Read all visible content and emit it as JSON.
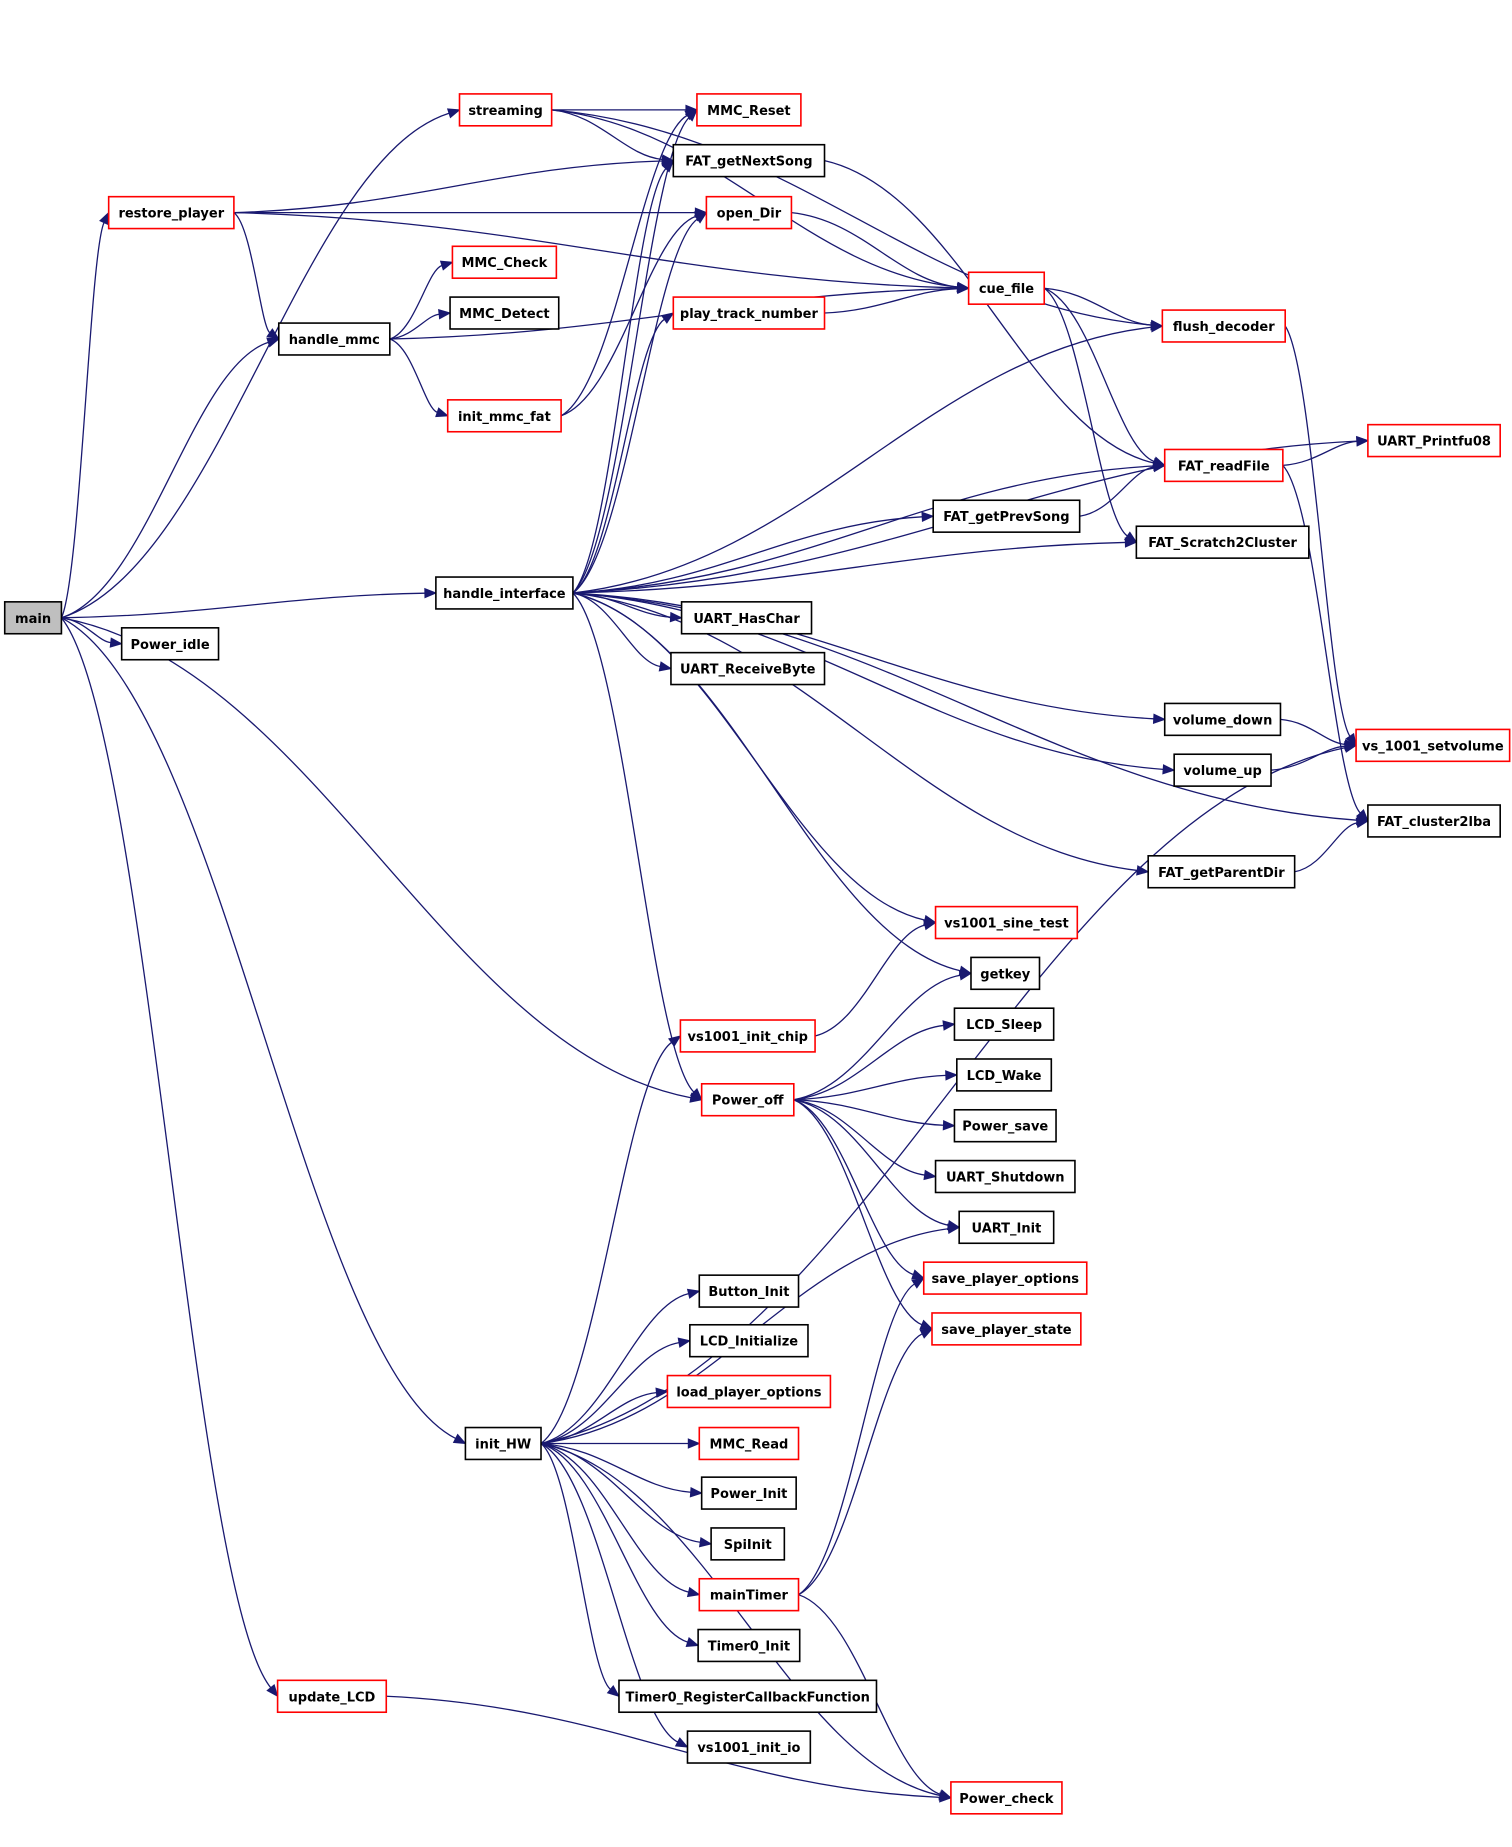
{
  "colors": {
    "edge": "#191970",
    "node_border_default": "#000000",
    "node_border_truncated": "#ff0000",
    "node_fill_root": "#bfbfbf",
    "node_fill": "#ffffff"
  },
  "nodes": [
    {
      "id": "main",
      "label": "main",
      "border": "black",
      "root": true
    },
    {
      "id": "restore_player",
      "label": "restore_player",
      "border": "red"
    },
    {
      "id": "streaming",
      "label": "streaming",
      "border": "red"
    },
    {
      "id": "handle_mmc",
      "label": "handle_mmc",
      "border": "black"
    },
    {
      "id": "MMC_Check",
      "label": "MMC_Check",
      "border": "red"
    },
    {
      "id": "MMC_Detect",
      "label": "MMC_Detect",
      "border": "black"
    },
    {
      "id": "init_mmc_fat",
      "label": "init_mmc_fat",
      "border": "red"
    },
    {
      "id": "MMC_Reset",
      "label": "MMC_Reset",
      "border": "red"
    },
    {
      "id": "FAT_getNextSong",
      "label": "FAT_getNextSong",
      "border": "black"
    },
    {
      "id": "open_Dir",
      "label": "open_Dir",
      "border": "red"
    },
    {
      "id": "play_track_number",
      "label": "play_track_number",
      "border": "red"
    },
    {
      "id": "cue_file",
      "label": "cue_file",
      "border": "red"
    },
    {
      "id": "flush_decoder",
      "label": "flush_decoder",
      "border": "red"
    },
    {
      "id": "UART_Printfu08",
      "label": "UART_Printfu08",
      "border": "red"
    },
    {
      "id": "FAT_readFile",
      "label": "FAT_readFile",
      "border": "red"
    },
    {
      "id": "FAT_getPrevSong",
      "label": "FAT_getPrevSong",
      "border": "black"
    },
    {
      "id": "FAT_Scratch2Cluster",
      "label": "FAT_Scratch2Cluster",
      "border": "black"
    },
    {
      "id": "handle_interface",
      "label": "handle_interface",
      "border": "black"
    },
    {
      "id": "Power_idle",
      "label": "Power_idle",
      "border": "black"
    },
    {
      "id": "UART_HasChar",
      "label": "UART_HasChar",
      "border": "black"
    },
    {
      "id": "UART_ReceiveByte",
      "label": "UART_ReceiveByte",
      "border": "black"
    },
    {
      "id": "volume_down",
      "label": "volume_down",
      "border": "black"
    },
    {
      "id": "vs_1001_setvolume",
      "label": "vs_1001_setvolume",
      "border": "red"
    },
    {
      "id": "volume_up",
      "label": "volume_up",
      "border": "black"
    },
    {
      "id": "FAT_cluster2lba",
      "label": "FAT_cluster2lba",
      "border": "black"
    },
    {
      "id": "FAT_getParentDir",
      "label": "FAT_getParentDir",
      "border": "black"
    },
    {
      "id": "vs1001_sine_test",
      "label": "vs1001_sine_test",
      "border": "red"
    },
    {
      "id": "getkey",
      "label": "getkey",
      "border": "black"
    },
    {
      "id": "vs1001_init_chip",
      "label": "vs1001_init_chip",
      "border": "red"
    },
    {
      "id": "LCD_Sleep",
      "label": "LCD_Sleep",
      "border": "black"
    },
    {
      "id": "Power_off",
      "label": "Power_off",
      "border": "red"
    },
    {
      "id": "LCD_Wake",
      "label": "LCD_Wake",
      "border": "black"
    },
    {
      "id": "Power_save",
      "label": "Power_save",
      "border": "black"
    },
    {
      "id": "UART_Shutdown",
      "label": "UART_Shutdown",
      "border": "black"
    },
    {
      "id": "UART_Init",
      "label": "UART_Init",
      "border": "black"
    },
    {
      "id": "save_player_options",
      "label": "save_player_options",
      "border": "red"
    },
    {
      "id": "Button_Init",
      "label": "Button_Init",
      "border": "black"
    },
    {
      "id": "save_player_state",
      "label": "save_player_state",
      "border": "red"
    },
    {
      "id": "LCD_Initialize",
      "label": "LCD_Initialize",
      "border": "black"
    },
    {
      "id": "load_player_options",
      "label": "load_player_options",
      "border": "red"
    },
    {
      "id": "init_HW",
      "label": "init_HW",
      "border": "black"
    },
    {
      "id": "MMC_Read",
      "label": "MMC_Read",
      "border": "red"
    },
    {
      "id": "Power_Init",
      "label": "Power_Init",
      "border": "black"
    },
    {
      "id": "SpiInit",
      "label": "SpiInit",
      "border": "black"
    },
    {
      "id": "mainTimer",
      "label": "mainTimer",
      "border": "red"
    },
    {
      "id": "Timer0_Init",
      "label": "Timer0_Init",
      "border": "black"
    },
    {
      "id": "update_LCD",
      "label": "update_LCD",
      "border": "red"
    },
    {
      "id": "Timer0_RegisterCallbackFunction",
      "label": "Timer0_RegisterCallbackFunction",
      "border": "black"
    },
    {
      "id": "vs1001_init_io",
      "label": "vs1001_init_io",
      "border": "black"
    },
    {
      "id": "Power_check",
      "label": "Power_check",
      "border": "red"
    }
  ],
  "edges": [
    [
      "main",
      "restore_player"
    ],
    [
      "main",
      "streaming"
    ],
    [
      "main",
      "handle_mmc"
    ],
    [
      "main",
      "handle_interface"
    ],
    [
      "main",
      "Power_idle"
    ],
    [
      "main",
      "Power_off"
    ],
    [
      "main",
      "init_HW"
    ],
    [
      "main",
      "update_LCD"
    ],
    [
      "restore_player",
      "cue_file"
    ],
    [
      "restore_player",
      "FAT_getNextSong"
    ],
    [
      "restore_player",
      "open_Dir"
    ],
    [
      "restore_player",
      "handle_mmc"
    ],
    [
      "streaming",
      "MMC_Reset"
    ],
    [
      "streaming",
      "FAT_getNextSong"
    ],
    [
      "streaming",
      "cue_file"
    ],
    [
      "streaming",
      "flush_decoder"
    ],
    [
      "handle_mmc",
      "MMC_Check"
    ],
    [
      "handle_mmc",
      "MMC_Detect"
    ],
    [
      "handle_mmc",
      "init_mmc_fat"
    ],
    [
      "handle_mmc",
      "cue_file"
    ],
    [
      "init_mmc_fat",
      "MMC_Reset"
    ],
    [
      "init_mmc_fat",
      "open_Dir"
    ],
    [
      "FAT_getNextSong",
      "FAT_readFile"
    ],
    [
      "open_Dir",
      "cue_file"
    ],
    [
      "play_track_number",
      "cue_file"
    ],
    [
      "cue_file",
      "flush_decoder"
    ],
    [
      "cue_file",
      "FAT_readFile"
    ],
    [
      "cue_file",
      "FAT_Scratch2Cluster"
    ],
    [
      "flush_decoder",
      "vs_1001_setvolume"
    ],
    [
      "FAT_readFile",
      "UART_Printfu08"
    ],
    [
      "FAT_readFile",
      "FAT_cluster2lba"
    ],
    [
      "FAT_getPrevSong",
      "FAT_readFile"
    ],
    [
      "handle_interface",
      "MMC_Reset"
    ],
    [
      "handle_interface",
      "FAT_getNextSong"
    ],
    [
      "handle_interface",
      "open_Dir"
    ],
    [
      "handle_interface",
      "play_track_number"
    ],
    [
      "handle_interface",
      "flush_decoder"
    ],
    [
      "handle_interface",
      "UART_Printfu08"
    ],
    [
      "handle_interface",
      "FAT_readFile"
    ],
    [
      "handle_interface",
      "FAT_getPrevSong"
    ],
    [
      "handle_interface",
      "FAT_Scratch2Cluster"
    ],
    [
      "handle_interface",
      "UART_HasChar"
    ],
    [
      "handle_interface",
      "UART_ReceiveByte"
    ],
    [
      "handle_interface",
      "volume_down"
    ],
    [
      "handle_interface",
      "volume_up"
    ],
    [
      "handle_interface",
      "FAT_cluster2lba"
    ],
    [
      "handle_interface",
      "FAT_getParentDir"
    ],
    [
      "handle_interface",
      "vs1001_sine_test"
    ],
    [
      "handle_interface",
      "getkey"
    ],
    [
      "handle_interface",
      "Power_off"
    ],
    [
      "volume_down",
      "vs_1001_setvolume"
    ],
    [
      "volume_up",
      "vs_1001_setvolume"
    ],
    [
      "FAT_getParentDir",
      "FAT_cluster2lba"
    ],
    [
      "vs1001_init_chip",
      "vs1001_sine_test"
    ],
    [
      "Power_off",
      "getkey"
    ],
    [
      "Power_off",
      "LCD_Sleep"
    ],
    [
      "Power_off",
      "LCD_Wake"
    ],
    [
      "Power_off",
      "Power_save"
    ],
    [
      "Power_off",
      "UART_Shutdown"
    ],
    [
      "Power_off",
      "UART_Init"
    ],
    [
      "Power_off",
      "save_player_options"
    ],
    [
      "Power_off",
      "save_player_state"
    ],
    [
      "init_HW",
      "vs1001_init_chip"
    ],
    [
      "init_HW",
      "UART_Init"
    ],
    [
      "init_HW",
      "vs_1001_setvolume"
    ],
    [
      "init_HW",
      "Button_Init"
    ],
    [
      "init_HW",
      "LCD_Initialize"
    ],
    [
      "init_HW",
      "load_player_options"
    ],
    [
      "init_HW",
      "MMC_Read"
    ],
    [
      "init_HW",
      "Power_Init"
    ],
    [
      "init_HW",
      "SpiInit"
    ],
    [
      "init_HW",
      "mainTimer"
    ],
    [
      "init_HW",
      "Timer0_Init"
    ],
    [
      "init_HW",
      "Timer0_RegisterCallbackFunction"
    ],
    [
      "init_HW",
      "vs1001_init_io"
    ],
    [
      "init_HW",
      "Power_check"
    ],
    [
      "mainTimer",
      "save_player_options"
    ],
    [
      "mainTimer",
      "save_player_state"
    ],
    [
      "mainTimer",
      "Power_check"
    ],
    [
      "update_LCD",
      "Power_check"
    ]
  ]
}
